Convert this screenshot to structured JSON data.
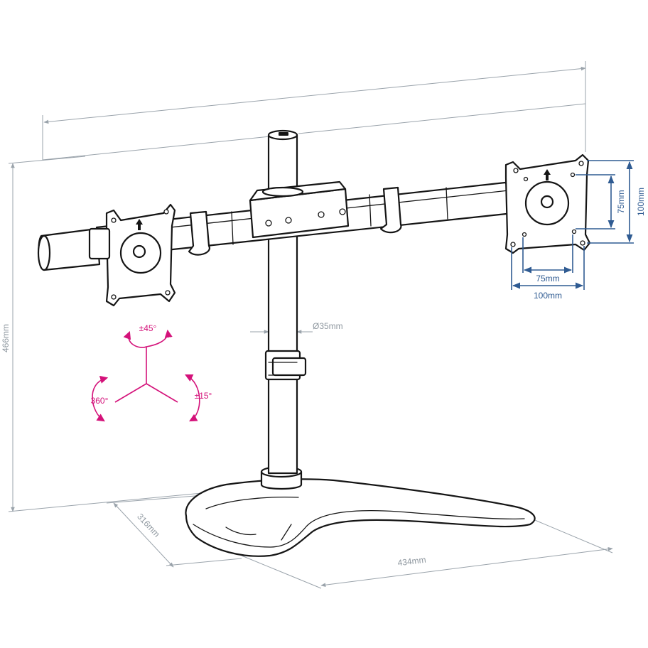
{
  "dimensions": {
    "height": "466mm",
    "depth": "316mm",
    "width": "434mm",
    "pole_diameter": "Ø35mm"
  },
  "vesa": {
    "h_inner": "75mm",
    "h_outer": "100mm",
    "v_inner": "75mm",
    "v_outer": "100mm"
  },
  "rotation": {
    "swivel": "±45°",
    "tilt": "±15°",
    "rotate": "360°"
  },
  "colors": {
    "dimension_gray": "#9aa3ab",
    "vesa_blue": "#2f5b92",
    "rotation_magenta": "#d4127a",
    "ink": "#151515"
  }
}
